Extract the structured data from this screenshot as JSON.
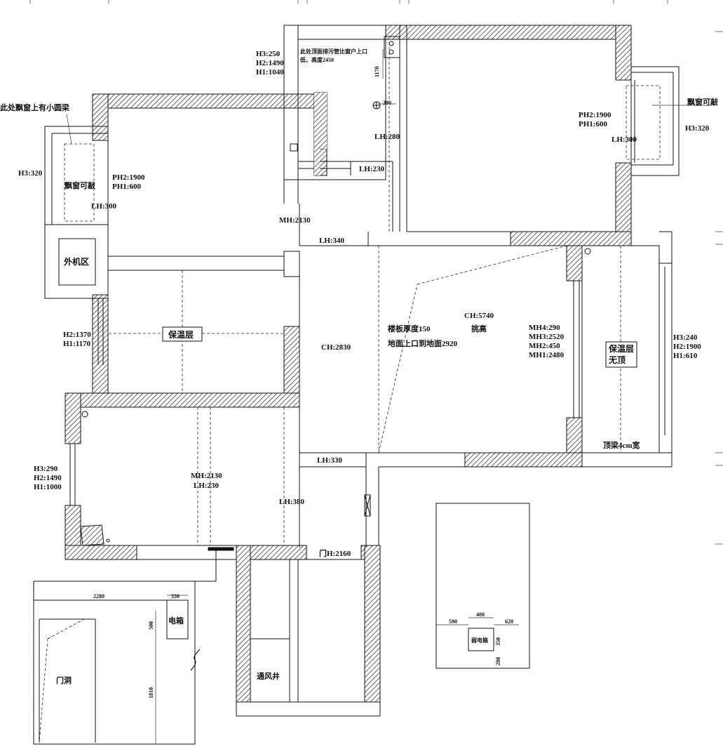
{
  "notes": {
    "bay_window_beam": "此处飘窗上有小圆梁",
    "pipe_note_line1": "此处顶面排污管比窗户上口",
    "pipe_note_line2": "低，高度2450",
    "bay_window_right": "飘窗可敲",
    "bay_window_left": "飘窗可敲",
    "ac_zone": "外机区",
    "insulation_left": "保温层",
    "insulation_right_1": "保温层",
    "insulation_right_2": "无顶",
    "slab_1": "楼板厚度150",
    "slab_2": "地面上口到地面2920",
    "double_height": "挑高",
    "top_beam": "顶梁4cm宽",
    "vent_shaft": "通风井",
    "door_opening": "门洞",
    "electric_box": "电箱",
    "weak_box": "弱电箱"
  },
  "dimensions": {
    "top_window": [
      "H3:250",
      "H2:1490",
      "H1:1040"
    ],
    "d1170": "1170",
    "d390": "390",
    "lh280": "LH:280",
    "lh230_top": "LH:230",
    "right_bay": [
      "PH2:1900",
      "PH1:600"
    ],
    "lh300_right": "LH:300",
    "h3_320_right": "H3:320",
    "h3_320_left": "H3:320",
    "left_bay": [
      "PH2:1900",
      "PH1:600"
    ],
    "lh300_left": "LH:300",
    "mh2130_top": "MH:2130",
    "lh340": "LH:340",
    "left_window": [
      "H2:1370",
      "H1:1170"
    ],
    "ch2830": "CH:2830",
    "ch5740": "CH:5740",
    "mh_right": [
      "MH4:290",
      "MH3:2520",
      "MH2:450",
      "MH1:2480"
    ],
    "right_window": [
      "H3:240",
      "H2:1900",
      "H1:610"
    ],
    "bed_window": [
      "H3:290",
      "H2:1490",
      "H1:1000"
    ],
    "bed_mh": "MH:2130",
    "bed_lh": "LH:230",
    "lh330": "LH:330",
    "lh380": "LH:380",
    "door_h": "门H:2160",
    "detail_2280": "2280",
    "detail_330": "330",
    "detail_500": "500",
    "detail_1810": "1810",
    "weak_400": "400",
    "weak_590": "590",
    "weak_620": "620",
    "weak_350": "350",
    "weak_280": "280"
  },
  "colors": {
    "line": "#111111",
    "background": "#ffffff"
  }
}
